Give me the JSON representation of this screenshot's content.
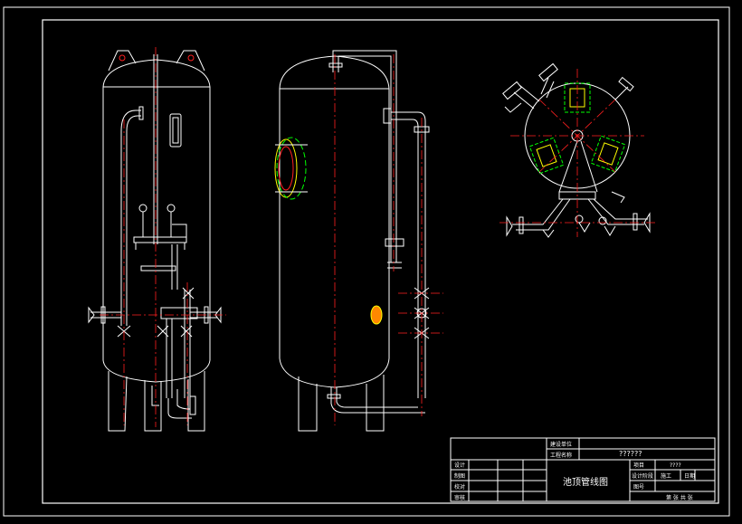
{
  "colors": {
    "background": "#000000",
    "outline": "#ffffff",
    "centerline": "#ff2020",
    "hidden": "#00ff00",
    "highlight": "#ffff00",
    "accent_orange": "#ff8800"
  },
  "title_block": {
    "header_rows": [
      "建设单位",
      "工程名称"
    ],
    "project_code": "??????",
    "drawing_title": "池顶管线图",
    "sign_rows": [
      "设计",
      "制图",
      "校对",
      "审核"
    ],
    "right_rows": {
      "item_label": "项目",
      "item_value": "????",
      "stage_label": "设计阶段",
      "stage_value": "施工",
      "date_label": "日期",
      "drawing_no_label": "图号",
      "sheet_text": "第 张 共 张"
    }
  }
}
